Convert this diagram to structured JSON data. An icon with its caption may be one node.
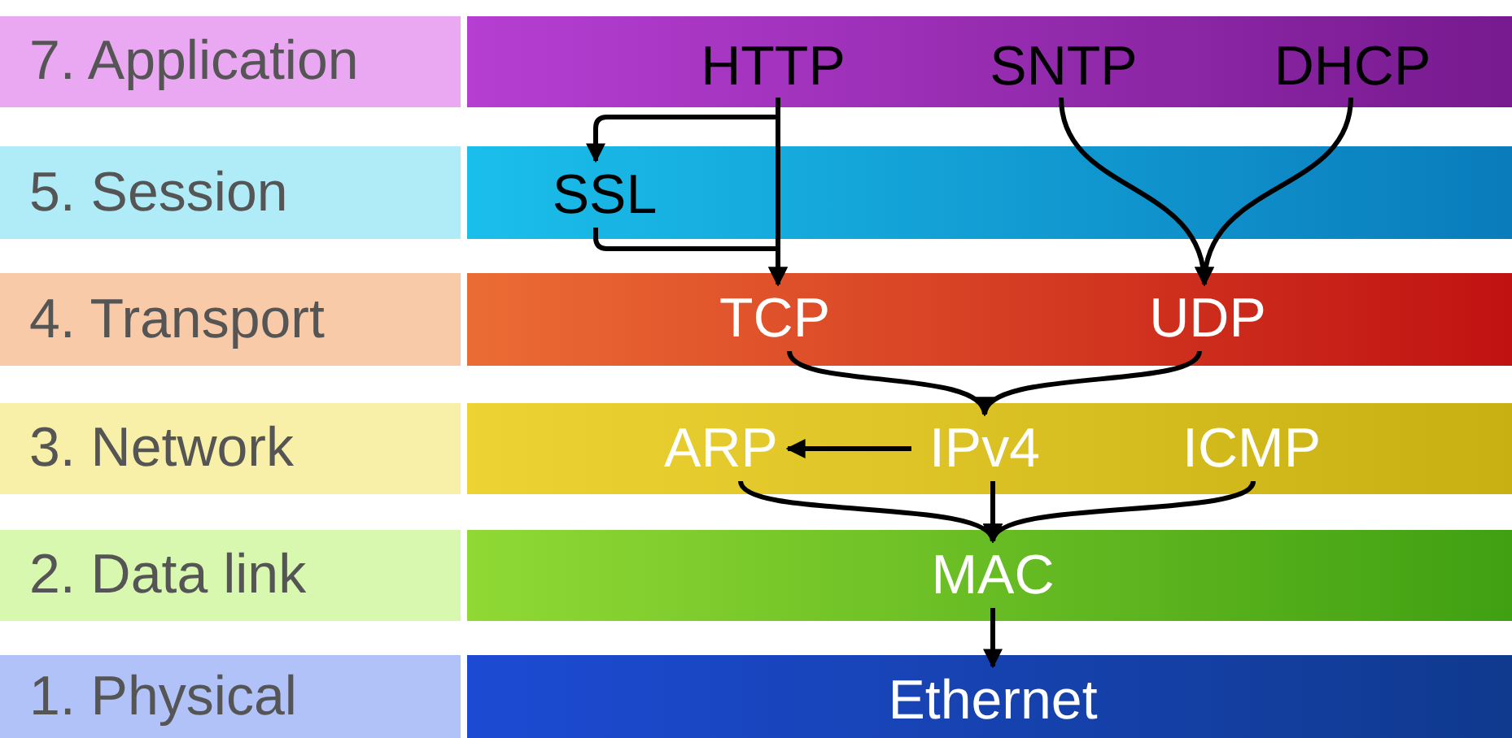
{
  "diagram": {
    "nodes": [
      {
        "text": [
          "7. Application"
        ]
      },
      {
        "text": [
          "HTTP"
        ],
        "in": 0
      },
      {
        "text": [
          "SNTP"
        ],
        "in": 0
      },
      {
        "text": [
          "DHCP"
        ],
        "in": 0
      },
      {
        "text": [
          "5. Session"
        ]
      },
      {
        "text": [
          "SSL"
        ],
        "in": 4
      },
      {
        "text": [
          "4. Transport"
        ]
      },
      {
        "text": [
          "TCP"
        ],
        "in": 6
      },
      {
        "text": [
          "UDP"
        ],
        "in": 6
      },
      {
        "text": [
          "3. Network"
        ]
      },
      {
        "text": [
          "ARP"
        ],
        "in": 9
      },
      {
        "text": [
          "IPv4"
        ],
        "in": 9
      },
      {
        "text": [
          "ICMP"
        ],
        "in": 9
      },
      {
        "text": [
          "2. Data link"
        ]
      },
      {
        "text": [
          "MAC"
        ],
        "in": 13
      },
      {
        "text": [
          "1. Physical"
        ]
      },
      {
        "text": [
          "Ethernet"
        ],
        "in": 15
      }
    ],
    "edges": [
      {
        "from": 1,
        "to": 5,
        "arrow": "to"
      },
      {
        "from": 5,
        "to": 7,
        "arrow": "to"
      },
      {
        "from": 1,
        "to": 7,
        "arrow": "to"
      },
      {
        "from": 2,
        "to": 8,
        "arrow": "to"
      },
      {
        "from": 3,
        "to": 8,
        "arrow": "to"
      },
      {
        "from": 7,
        "to": 11,
        "arrow": "to"
      },
      {
        "from": 8,
        "to": 11,
        "arrow": "to"
      },
      {
        "from": 11,
        "to": 10,
        "arrow": "to"
      },
      {
        "from": 10,
        "to": 14,
        "arrow": "to"
      },
      {
        "from": 11,
        "to": 14,
        "arrow": "to"
      },
      {
        "from": 12,
        "to": 14,
        "arrow": "to"
      },
      {
        "from": 14,
        "to": 16,
        "arrow": "to"
      }
    ]
  }
}
